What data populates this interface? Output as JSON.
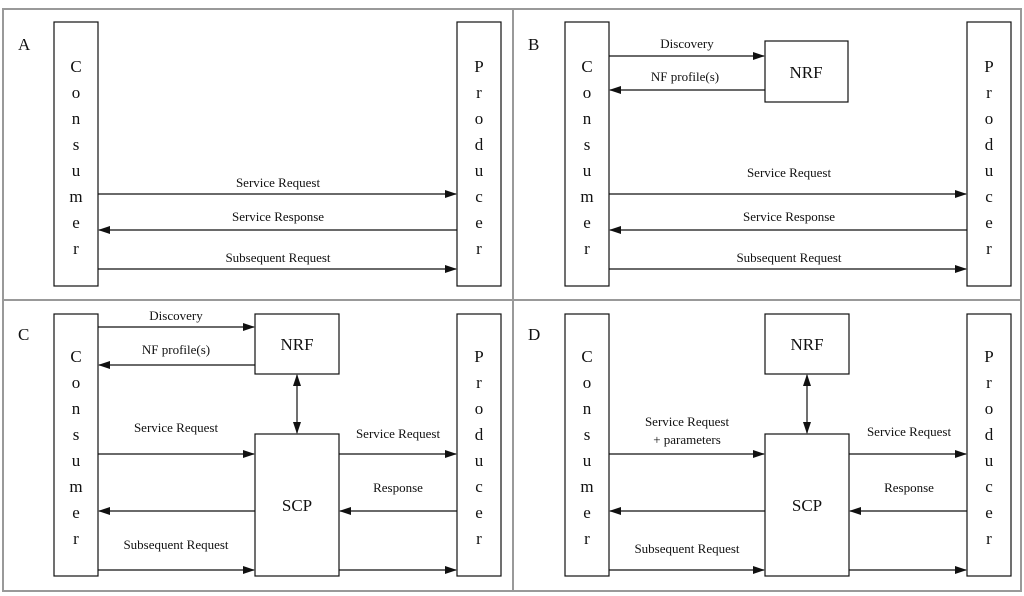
{
  "panels": {
    "A": {
      "id": "A",
      "consumer": "Consumer",
      "producer": "Producer",
      "service_request": "Service Request",
      "service_response": "Service Response",
      "subsequent_request": "Subsequent Request"
    },
    "B": {
      "id": "B",
      "consumer": "Consumer",
      "producer": "Producer",
      "nrf": "NRF",
      "discovery": "Discovery",
      "nf_profiles": "NF profile(s)",
      "service_request": "Service Request",
      "service_response": "Service Response",
      "subsequent_request": "Subsequent Request"
    },
    "C": {
      "id": "C",
      "consumer": "Consumer",
      "producer": "Producer",
      "nrf": "NRF",
      "scp": "SCP",
      "discovery": "Discovery",
      "nf_profiles": "NF profile(s)",
      "service_request_left": "Service Request",
      "service_request_right": "Service Request",
      "response": "Response",
      "subsequent_request": "Subsequent Request"
    },
    "D": {
      "id": "D",
      "consumer": "Consumer",
      "producer": "Producer",
      "nrf": "NRF",
      "scp": "SCP",
      "service_request_line1": "Service Request",
      "service_request_line2": "+ parameters",
      "service_request_right": "Service Request",
      "response": "Response",
      "subsequent_request": "Subsequent Request"
    }
  }
}
